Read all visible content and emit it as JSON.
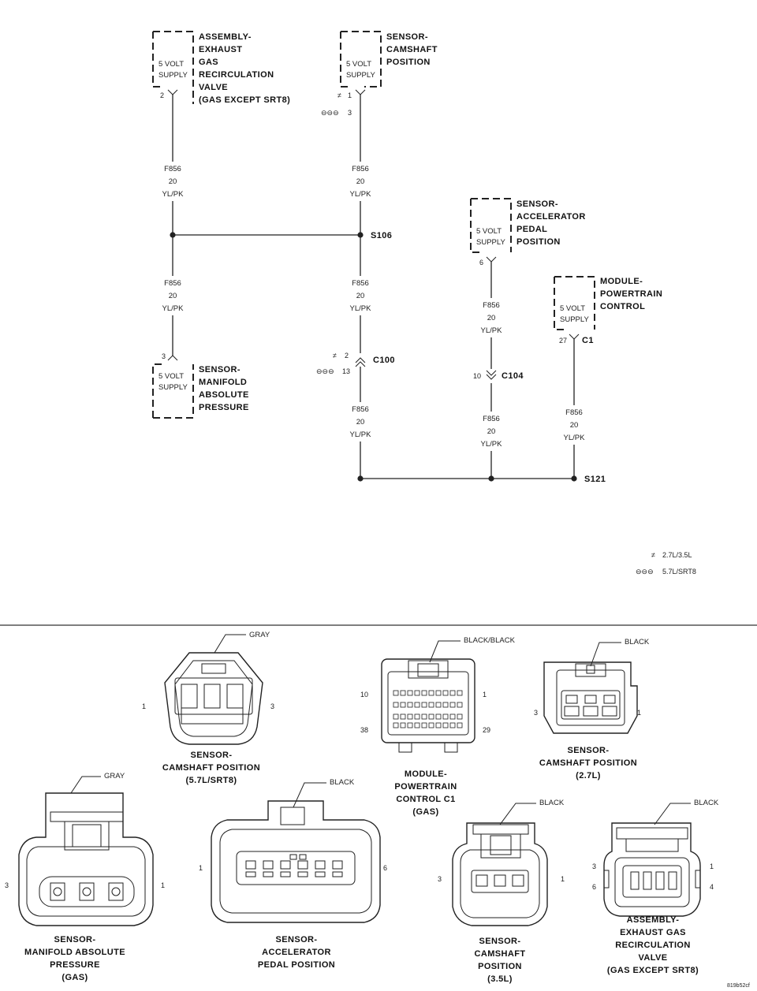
{
  "schematic": {
    "egr_valve": {
      "label": [
        "ASSEMBLY-",
        "EXHAUST",
        "GAS",
        "RECIRCULATION",
        "VALVE",
        "(GAS EXCEPT SRT8)"
      ],
      "supply": [
        "5 VOLT",
        "SUPPLY"
      ],
      "pin": "2"
    },
    "cam_sensor": {
      "label": [
        "SENSOR-",
        "CAMSHAFT",
        "POSITION"
      ],
      "supply": [
        "5 VOLT",
        "SUPPLY"
      ],
      "pin_a": "1",
      "pin_b": "3",
      "mark_a": "≠",
      "mark_b": "⊖⊖⊖"
    },
    "app_sensor": {
      "label": [
        "SENSOR-",
        "ACCELERATOR",
        "PEDAL",
        "POSITION"
      ],
      "supply": [
        "5 VOLT",
        "SUPPLY"
      ],
      "pin": "6"
    },
    "pcm": {
      "label": [
        "MODULE-",
        "POWERTRAIN",
        "CONTROL"
      ],
      "supply": [
        "5 VOLT",
        "SUPPLY"
      ],
      "pin": "27",
      "connector": "C1"
    },
    "map_sensor": {
      "label": [
        "SENSOR-",
        "MANIFOLD",
        "ABSOLUTE",
        "PRESSURE"
      ],
      "supply": [
        "5 VOLT",
        "SUPPLY"
      ],
      "pin": "3"
    },
    "wire": [
      "F856",
      "20",
      "YL/PK"
    ],
    "splices": {
      "s106": "S106",
      "s121": "S121"
    },
    "c100": {
      "name": "C100",
      "pin_a": "2",
      "pin_b": "13",
      "mark_a": "≠",
      "mark_b": "⊖⊖⊖"
    },
    "c104": {
      "name": "C104",
      "pin": "10"
    },
    "legend": [
      {
        "mark": "≠",
        "text": "2.7L/3.5L"
      },
      {
        "mark": "⊖⊖⊖",
        "text": "5.7L/SRT8"
      }
    ]
  },
  "connectors": {
    "cam57": {
      "color": "GRAY",
      "title": [
        "SENSOR-",
        "CAMSHAFT POSITION",
        "(5.7L/SRT8)"
      ],
      "pin_left": "1",
      "pin_right": "3"
    },
    "pcm_c1": {
      "color": "BLACK/BLACK",
      "title": [
        "MODULE-",
        "POWERTRAIN",
        "CONTROL C1",
        "(GAS)"
      ],
      "p10": "10",
      "p1": "1",
      "p38": "38",
      "p29": "29"
    },
    "cam27": {
      "color": "BLACK",
      "title": [
        "SENSOR-",
        "CAMSHAFT POSITION",
        "(2.7L)"
      ],
      "pin_left": "3",
      "pin_right": "1"
    },
    "map": {
      "color": "GRAY",
      "title": [
        "SENSOR-",
        "MANIFOLD ABSOLUTE",
        "PRESSURE",
        "(GAS)"
      ],
      "pin_left": "3",
      "pin_right": "1"
    },
    "app": {
      "color": "BLACK",
      "title": [
        "SENSOR-",
        "ACCELERATOR",
        "PEDAL POSITION"
      ],
      "pin_left": "1",
      "pin_right": "6"
    },
    "cam35": {
      "color": "BLACK",
      "title": [
        "SENSOR-",
        "CAMSHAFT",
        "POSITION",
        "(3.5L)"
      ],
      "pin_left": "3",
      "pin_right": "1"
    },
    "egr": {
      "color": "BLACK",
      "title": [
        "ASSEMBLY-",
        "EXHAUST GAS",
        "RECIRCULATION",
        "VALVE",
        "(GAS EXCEPT SRT8)"
      ],
      "p3": "3",
      "p1": "1",
      "p6": "6",
      "p4": "4"
    }
  },
  "figure_id": "819b52cf"
}
